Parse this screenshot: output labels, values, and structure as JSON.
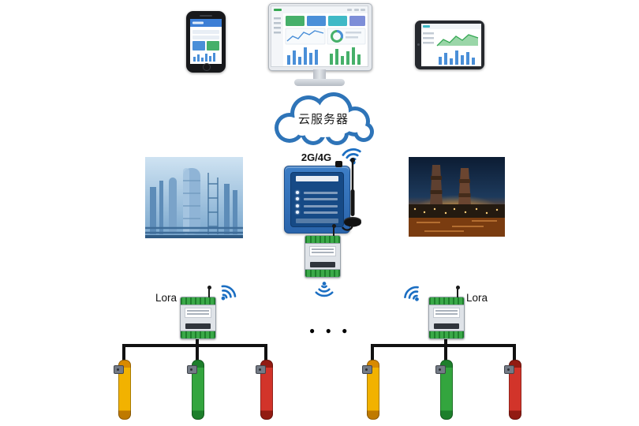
{
  "labels": {
    "cloud": "云服务器",
    "network": "2G/4G",
    "lora_left": "Lora",
    "lora_right": "Lora",
    "ellipsis": "● ● ●"
  },
  "icons": {
    "cloud": "cloud-icon",
    "wifi": "wifi-icon",
    "antenna": "antenna-icon"
  },
  "colors": {
    "cloud_outline": "#2e74b8",
    "wifi": "#1b6ec2",
    "gateway": "#2d6db8",
    "module_terminal_green": "#2f9e3a",
    "wire": "#111111",
    "sensor_yellow": "#f2b200",
    "sensor_green": "#33a53e",
    "sensor_red": "#d2342a"
  }
}
